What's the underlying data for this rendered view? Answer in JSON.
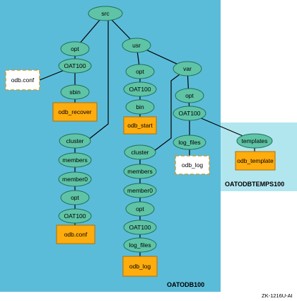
{
  "colors": {
    "main_region": "#5bbcd9",
    "second_region": "#b2e6ef",
    "ellipse_fill": "#5fc4a6",
    "ellipse_stroke": "#1f6e5c",
    "file_fill": "#ffac0e",
    "file_stroke": "#b06f00",
    "plain_fill": "#ffffff",
    "plain_stroke": "#c89a38"
  },
  "regions": {
    "main_label": "OATODB100",
    "second_label": "OATODBTEMPS100"
  },
  "figure_id": "ZK-1216U-AI",
  "nodes": {
    "src": "src",
    "usr": "usr",
    "opt_left": "opt",
    "oat100_left": "OAT100",
    "sbin": "sbin",
    "odb_recover": "odb_recover",
    "odb_conf_plain": "odb.conf",
    "cluster_left": "cluster",
    "members_left": "members",
    "member0_left": "member0",
    "opt_left2": "opt",
    "oat100_left2": "OAT100",
    "odb_conf_file": "odb.conf",
    "opt_mid": "opt",
    "oat100_mid": "OAT100",
    "bin": "bin",
    "odb_start": "odb_start",
    "var": "var",
    "opt_var": "opt",
    "oat100_var": "OAT100",
    "log_files_var": "log_files",
    "odb_log_plain": "odb_log",
    "templates": "templates",
    "odb_template": "odb_template",
    "cluster_mid": "cluster",
    "members_mid": "members",
    "member0_mid": "member0",
    "opt_mid2": "opt",
    "oat100_mid2": "OAT100",
    "log_files_mid": "log_files",
    "odb_log_file": "odb_log"
  }
}
